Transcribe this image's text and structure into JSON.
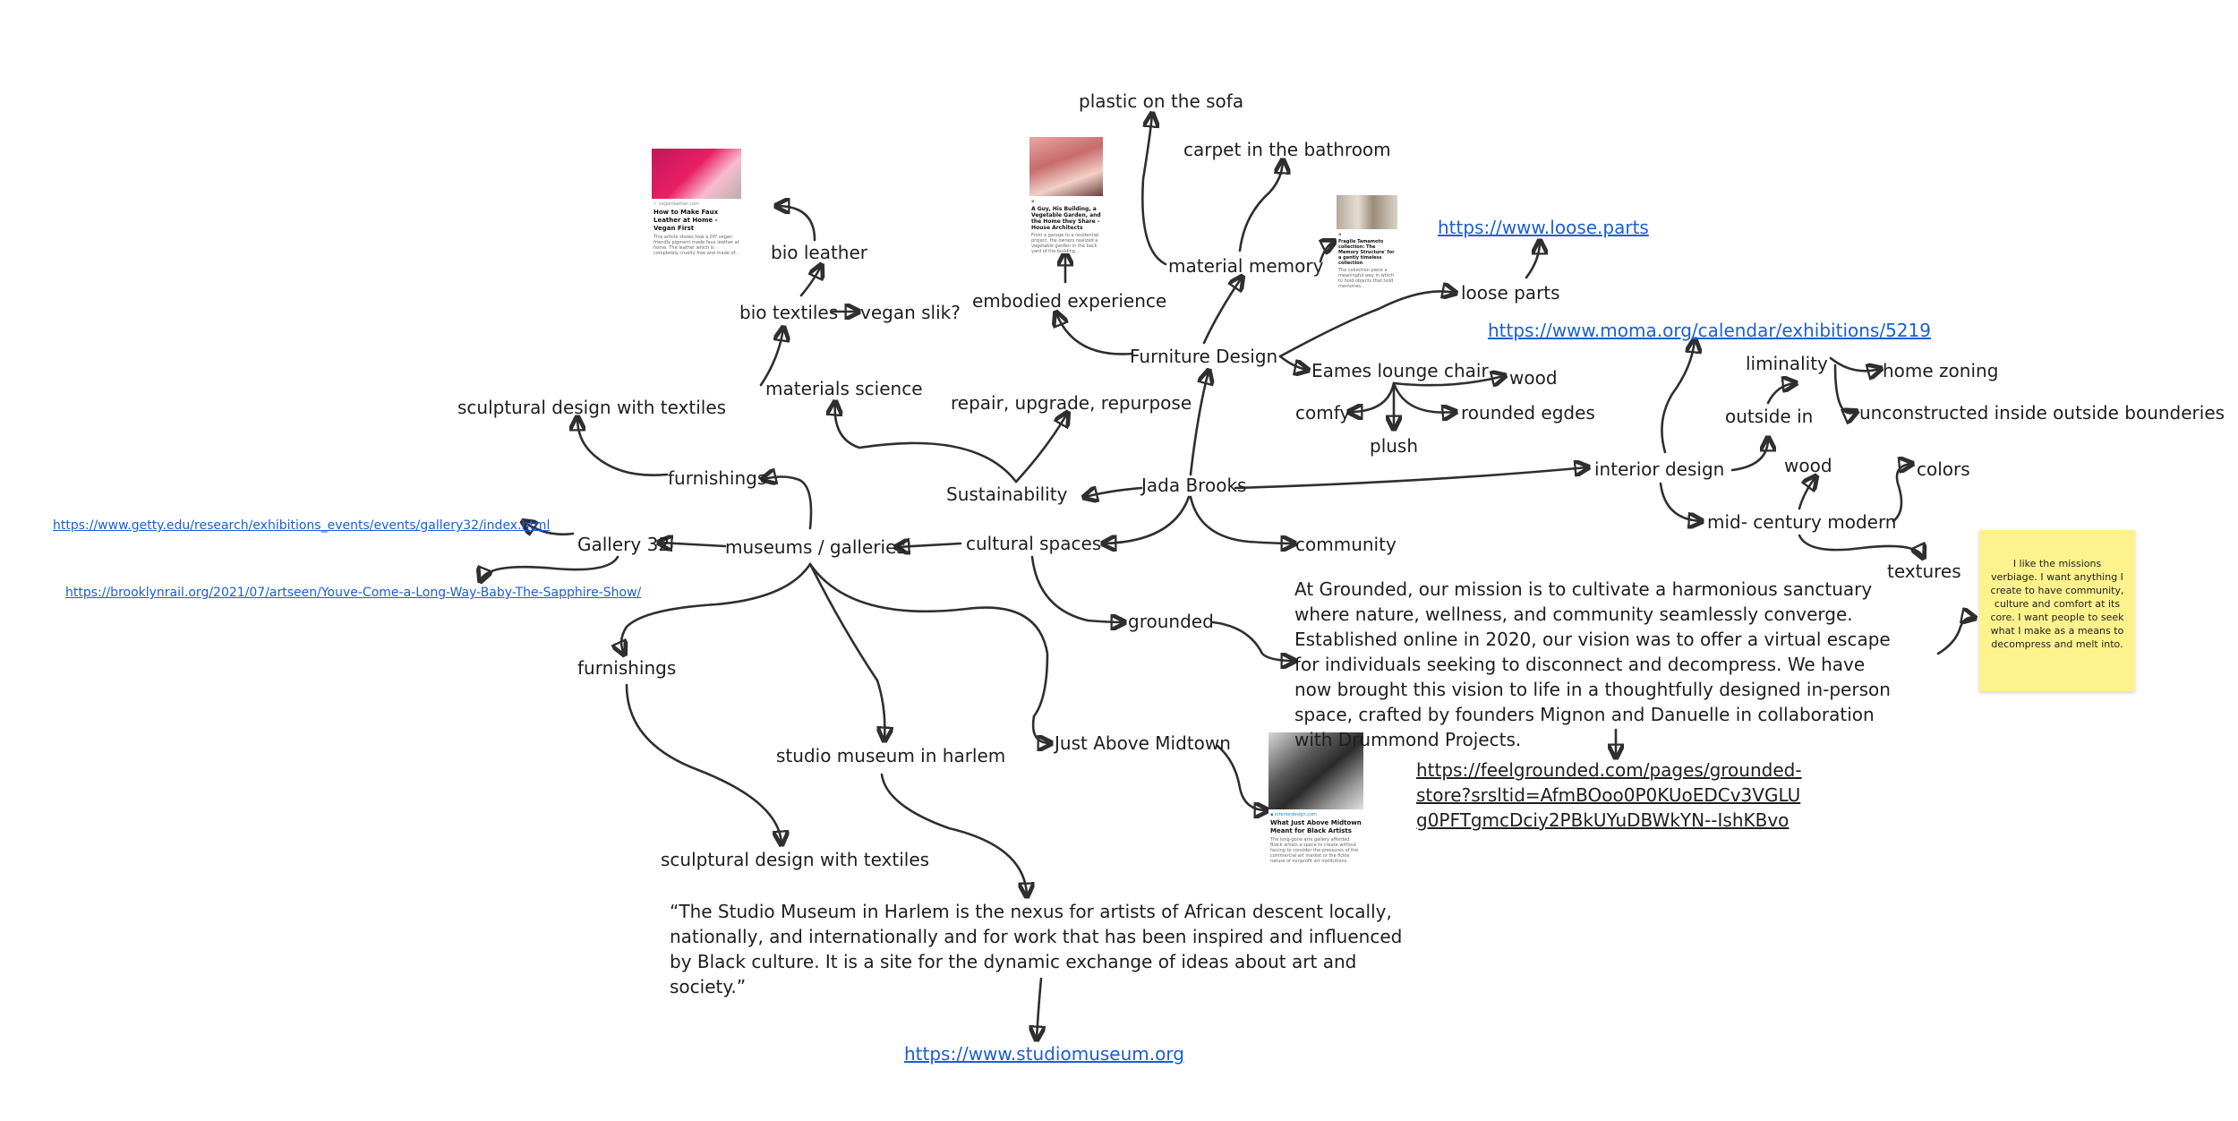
{
  "nodes": {
    "center": "Jada Brooks",
    "sustainability": "Sustainability",
    "repair": "repair, upgrade, repurpose",
    "materials_science": "materials science",
    "bio_textiles": "bio textiles",
    "vegan_silk": "vegan slik?",
    "bio_leather": "bio leather",
    "furniture_design": "Furniture Design",
    "embodied_experience": "embodied experience",
    "material_memory": "material memory",
    "plastic_sofa": "plastic on the sofa",
    "carpet_bathroom": "carpet in the bathroom",
    "loose_parts": "loose parts",
    "loose_parts_link": "https://www.loose.parts",
    "eames": "Eames lounge chair",
    "wood_eames": "wood",
    "comfy": "comfy",
    "rounded_edges": "rounded egdes",
    "plush": "plush",
    "interior_design": "interior design",
    "moma_link": "https://www.moma.org/calendar/exhibitions/5219",
    "liminality": "liminality",
    "home_zoning": "home zoning",
    "outside_in": "outside in",
    "unconstructed": "unconstructed inside outside bounderies",
    "wood_interior": "wood",
    "colors": "colors",
    "mid_century": "mid- century modern",
    "textures": "textures",
    "community": "community",
    "cultural_spaces": "cultural spaces",
    "grounded": "grounded",
    "museums": "museums / galleries",
    "furnishings_top": "furnishings",
    "sculptural_top": "sculptural design with textiles",
    "gallery32": "Gallery 32",
    "getty_link": "https://www.getty.edu/research/exhibitions_events/events/gallery32/index.html",
    "brooklyn_link": "https://brooklynrail.org/2021/07/artseen/Youve-Come-a-Long-Way-Baby-The-Sapphire-Show/",
    "furnishings_bottom": "furnishings",
    "sculptural_bottom": "sculptural design with textiles",
    "studio_museum": "studio museum in harlem",
    "just_above_midtown": "Just Above Midtown",
    "studiomuseum_link": "https://www.studiomuseum.org"
  },
  "grounded_text": "At Grounded, our mission is to cultivate a harmonious sanctuary where nature, wellness, and community seamlessly converge. Established online in 2020, our vision was to offer a virtual escape for individuals seeking to disconnect and decompress. We have now brought this vision to life in a thoughtfully designed in-person space, crafted by founders Mignon and Danuelle in collaboration with Drummond Projects.",
  "grounded_link": "https://feelgrounded.com/pages/grounded-store?srsltid=AfmBOoo0P0KUoEDCv3VGLUg0PFTgmcDciy2PBkUYuDBWkYN--IshKBvo",
  "studio_quote": "“The Studio Museum in Harlem is the nexus for artists of African descent locally, nationally, and internationally and for work that has been inspired and influenced by Black culture. It is a site for the dynamic exchange of ideas about art and society.”",
  "sticky_note": "I like the missions verbiage. I want anything I create to have community, culture and comfort at its core. I want people to seek what I make as a means to decompress and melt into.",
  "cards": {
    "faux_leather": {
      "source": "✓ veganleather.com",
      "title": "How to Make Faux Leather at Home - Vegan First",
      "desc": "This article shows how a DIY vegan friendly pigment made faux leather at home. The leather which is completely cruelty free and made of..."
    },
    "garden": {
      "source": "▪",
      "title": "A Guy, His Building, a Vegetable Garden, and the Home they Share - House Architects",
      "desc": "From a garage to a residential project, the owners realized a vegetable garden in the back yard of the building..."
    },
    "memory": {
      "source": "▪",
      "title": "Fragile Tamamoto collection: The Memory Structure' for a gently timeless collection",
      "desc": "The collection piece a meaningful way in which to hold objects that hold memories..."
    },
    "midtown": {
      "source": "▪ interiordesign.com",
      "title": "What Just Above Midtown Meant for Black Artists",
      "desc": "The long-gone arts gallery afforded Black artists a space to create without having to consider the pressures of the commercial art market or the fickle nature of nonprofit art institutions."
    }
  },
  "colors": {
    "sticky": "#fdf28c",
    "link": "#1a5fd0",
    "arrow": "#2f2f2f"
  }
}
